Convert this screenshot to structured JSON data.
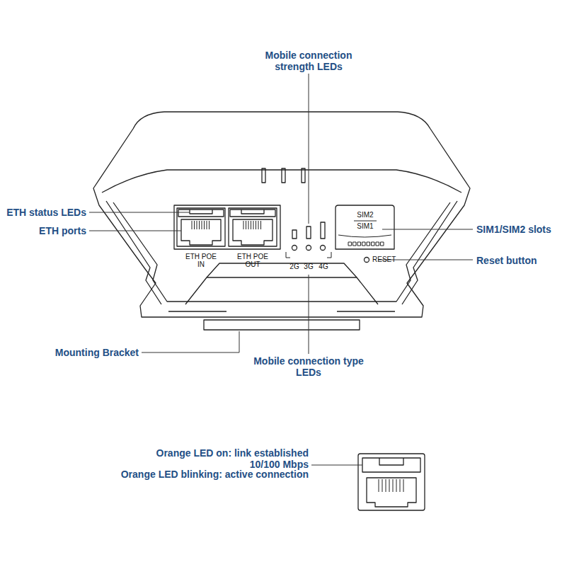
{
  "diagram": {
    "labels": [
      "Mobile connection strength LEDs",
      "ETH status LEDs",
      "ETH ports",
      "SIM1/SIM2 slots",
      "Reset button",
      "Mounting Bracket",
      "Mobile connection type LEDs",
      "ETH POE IN",
      "ETH POE OUT",
      "2G",
      "3G",
      "4G",
      "SIM2",
      "SIM1",
      "RESET",
      "Orange LED on: link established 10/100 Mbps",
      "Orange LED blinking: active connection"
    ]
  }
}
